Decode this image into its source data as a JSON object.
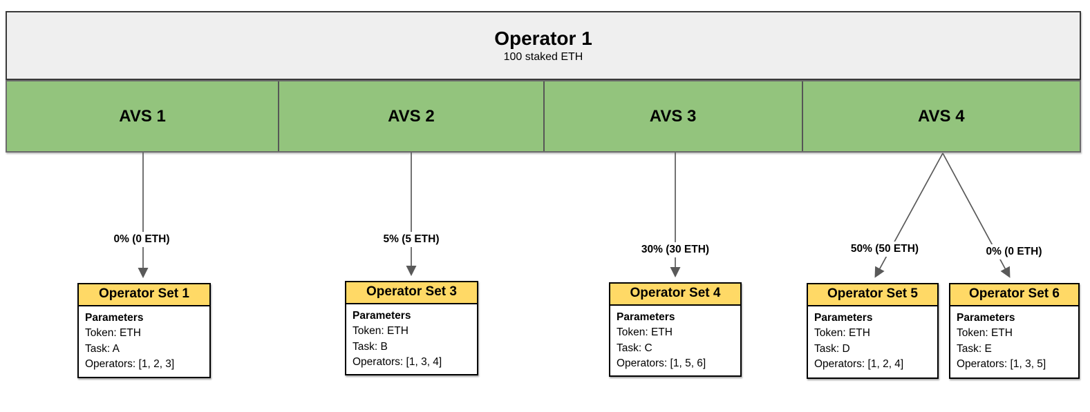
{
  "operator": {
    "title": "Operator 1",
    "stake": "100 staked ETH"
  },
  "avs_list": [
    {
      "label": "AVS 1"
    },
    {
      "label": "AVS 2"
    },
    {
      "label": "AVS 3"
    },
    {
      "label": "AVS 4"
    }
  ],
  "allocations": [
    {
      "from": "AVS 1",
      "to": "Operator Set 1",
      "label": "0% (0 ETH)"
    },
    {
      "from": "AVS 2",
      "to": "Operator Set 3",
      "label": "5% (5 ETH)"
    },
    {
      "from": "AVS 3",
      "to": "Operator Set 4",
      "label": "30% (30 ETH)"
    },
    {
      "from": "AVS 4",
      "to": "Operator Set 5",
      "label": "50% (50 ETH)"
    },
    {
      "from": "AVS 4",
      "to": "Operator Set 6",
      "label": "0% (0 ETH)"
    }
  ],
  "operator_sets": [
    {
      "title": "Operator Set 1",
      "heading": "Parameters",
      "token": "Token: ETH",
      "task": "Task: A",
      "operators": "Operators: [1, 2, 3]"
    },
    {
      "title": "Operator Set 3",
      "heading": "Parameters",
      "token": "Token: ETH",
      "task": "Task: B",
      "operators": "Operators: [1, 3, 4]"
    },
    {
      "title": "Operator Set 4",
      "heading": "Parameters",
      "token": "Token: ETH",
      "task": "Task: C",
      "operators": "Operators: [1, 5, 6]"
    },
    {
      "title": "Operator Set 5",
      "heading": "Parameters",
      "token": "Token: ETH",
      "task": "Task: D",
      "operators": "Operators: [1, 2, 4]"
    },
    {
      "title": "Operator Set 6",
      "heading": "Parameters",
      "token": "Token: ETH",
      "task": "Task: E",
      "operators": "Operators: [1, 3, 5]"
    }
  ],
  "colors": {
    "operator_fill": "#efefef",
    "avs_fill": "#93c47d",
    "set_header_fill": "#ffd966",
    "arrow": "#595959"
  }
}
